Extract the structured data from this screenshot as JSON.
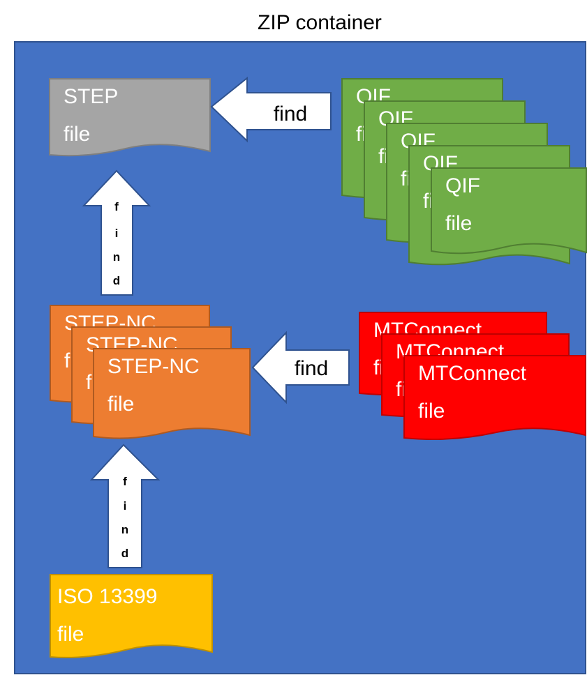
{
  "title": "ZIP container",
  "colors": {
    "container": "#4472C4",
    "step": "#A5A5A5",
    "qif": "#70AD47",
    "stepnc": "#ED7D31",
    "mtconnect": "#FF0000",
    "iso": "#FFC000",
    "arrow": "#FFFFFF"
  },
  "documents": {
    "step": {
      "line1": "STEP",
      "line2": "file"
    },
    "qif": [
      {
        "line1": "QIF",
        "line2": "file"
      },
      {
        "line1": "QIF",
        "line2": "file"
      },
      {
        "line1": "QIF",
        "line2": "file"
      },
      {
        "line1": "QIF",
        "line2": "file"
      },
      {
        "line1": "QIF",
        "line2": "file"
      }
    ],
    "stepnc": [
      {
        "line1": "STEP-NC",
        "line2": "file"
      },
      {
        "line1": "STEP-NC",
        "line2": "file"
      },
      {
        "line1": "STEP-NC",
        "line2": "file"
      }
    ],
    "mtconnect": [
      {
        "line1": "MTConnect",
        "line2": "file"
      },
      {
        "line1": "MTConnect",
        "line2": "file"
      },
      {
        "line1": "MTConnect",
        "line2": "file"
      }
    ],
    "iso": {
      "line1": "ISO 13399",
      "line2": "file"
    }
  },
  "arrows": {
    "qif_to_step": "find",
    "mtconnect_to_stepnc": "find",
    "stepnc_to_step": [
      "f",
      "i",
      "n",
      "d"
    ],
    "iso_to_stepnc": [
      "f",
      "i",
      "n",
      "d"
    ]
  }
}
